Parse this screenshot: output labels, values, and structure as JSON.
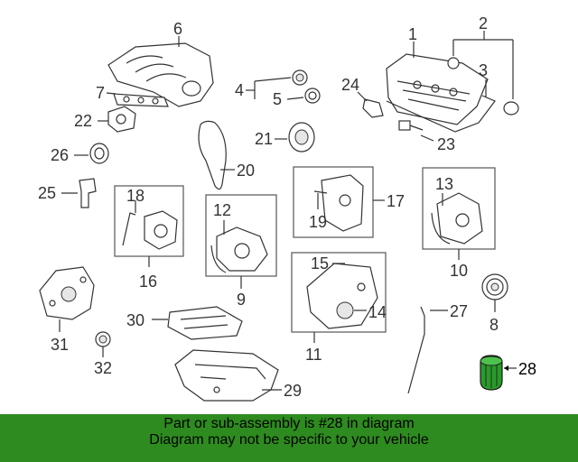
{
  "parts": {
    "p1": "1",
    "p2": "2",
    "p3": "3",
    "p4": "4",
    "p5": "5",
    "p6": "6",
    "p7": "7",
    "p8": "8",
    "p9": "9",
    "p10": "10",
    "p11": "11",
    "p12": "12",
    "p13": "13",
    "p14": "14",
    "p15": "15",
    "p16": "16",
    "p17": "17",
    "p18": "18",
    "p19": "19",
    "p20": "20",
    "p21": "21",
    "p22": "22",
    "p23": "23",
    "p24": "24",
    "p25": "25",
    "p26": "26",
    "p27": "27",
    "p28": "28",
    "p29": "29",
    "p30": "30",
    "p31": "31",
    "p32": "32"
  },
  "highlighted_part": "28",
  "colors": {
    "banner": "#2e8b1f",
    "line": "#333333",
    "highlight_part": "#2a9a2a"
  },
  "banner": {
    "line1": "Part or sub-assembly is #28 in diagram",
    "line2": "Diagram may not be specific to your vehicle"
  }
}
